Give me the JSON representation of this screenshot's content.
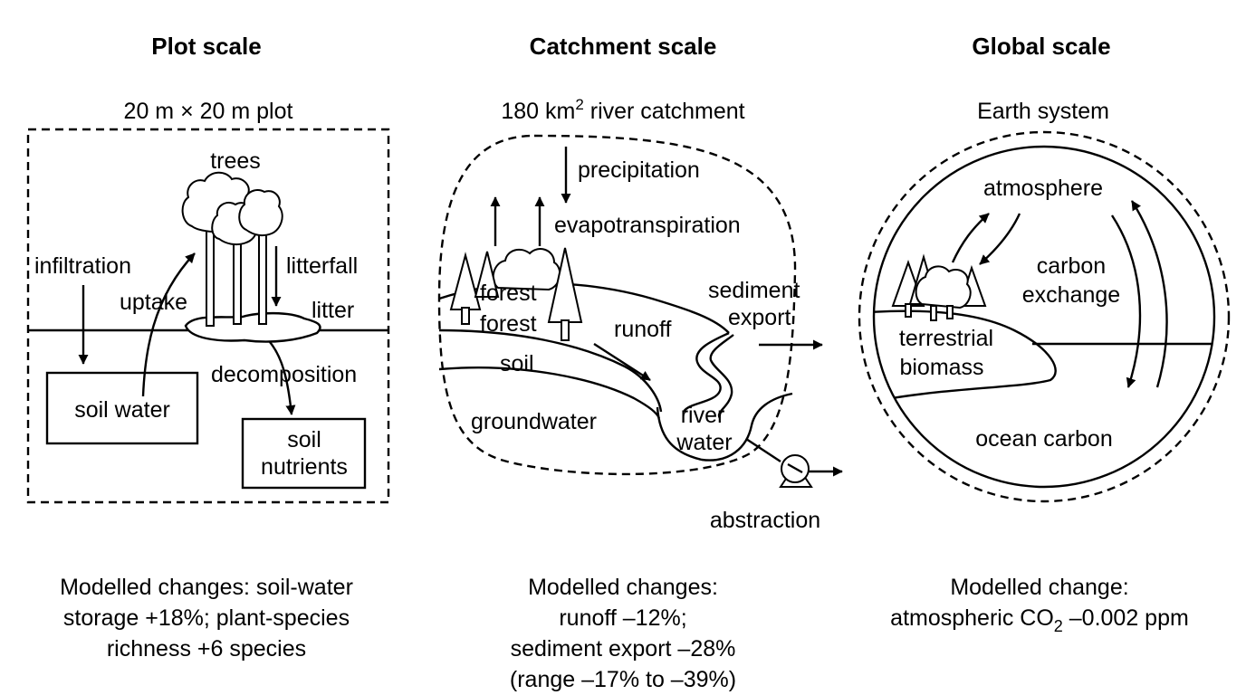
{
  "panels": {
    "plot": {
      "title": "Plot scale",
      "subtitle": "20 m × 20 m plot",
      "labels": {
        "trees": "trees",
        "infiltration": "infiltration",
        "uptake": "uptake",
        "litterfall": "litterfall",
        "litter": "litter",
        "decomposition": "decomposition",
        "soil_water": "soil water",
        "soil_nutrients_1": "soil",
        "soil_nutrients_2": "nutrients"
      },
      "caption": [
        "Modelled changes: soil-water",
        "storage +18%; plant-species",
        "richness +6 species"
      ]
    },
    "catchment": {
      "title": "Catchment scale",
      "subtitle_pre": "180 km",
      "subtitle_sup": "2",
      "subtitle_post": " river catchment",
      "labels": {
        "precipitation": "precipitation",
        "evapotranspiration": "evapotranspiration",
        "forest_1": "forest",
        "forest_2": "forest",
        "sediment_1": "sediment",
        "sediment_2": "export",
        "runoff": "runoff",
        "soil": "soil",
        "groundwater": "groundwater",
        "river_1": "river",
        "river_2": "water",
        "abstraction": "abstraction"
      },
      "caption": [
        "Modelled changes:",
        "runoff –12%;",
        "sediment export –28%",
        "(range –17% to –39%)"
      ]
    },
    "global": {
      "title": "Global scale",
      "subtitle": "Earth system",
      "labels": {
        "atmosphere": "atmosphere",
        "carbon_1": "carbon",
        "carbon_2": "exchange",
        "terrestrial_1": "terrestrial",
        "terrestrial_2": "biomass",
        "ocean": "ocean carbon"
      },
      "caption_1": "Modelled change:",
      "caption_2_pre": "atmospheric CO",
      "caption_2_sub": "2",
      "caption_2_post": " –0.002 ppm"
    }
  }
}
